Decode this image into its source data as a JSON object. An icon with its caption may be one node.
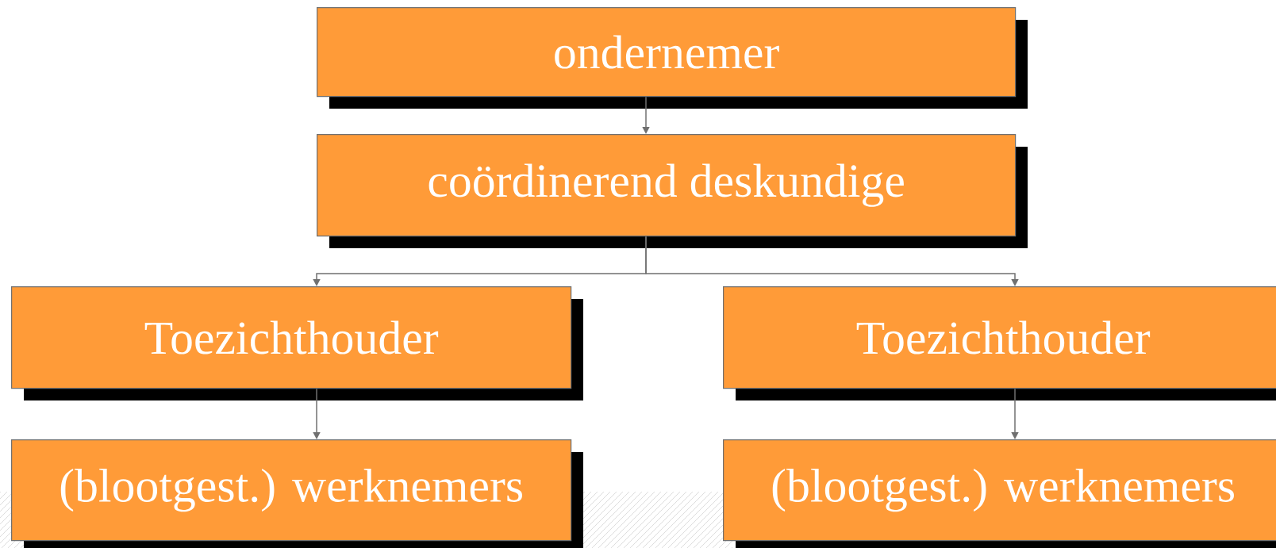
{
  "diagram": {
    "nodes": [
      {
        "text": [
          "ondernemer"
        ]
      },
      {
        "text": [
          "coördinerend deskundige"
        ]
      },
      {
        "text": [
          "Toezichthouder"
        ]
      },
      {
        "text": [
          "Toezichthouder"
        ]
      },
      {
        "text": [
          "(blootgest.) werknemers"
        ]
      },
      {
        "text": [
          "(blootgest.) werknemers"
        ]
      }
    ],
    "edges": [
      {
        "from": 0,
        "to": 1,
        "arrow": "to"
      },
      {
        "from": 1,
        "to": 2,
        "arrow": "to"
      },
      {
        "from": 1,
        "to": 3,
        "arrow": "to"
      },
      {
        "from": 2,
        "to": 4,
        "arrow": "to"
      },
      {
        "from": 3,
        "to": 5,
        "arrow": "to"
      }
    ]
  }
}
